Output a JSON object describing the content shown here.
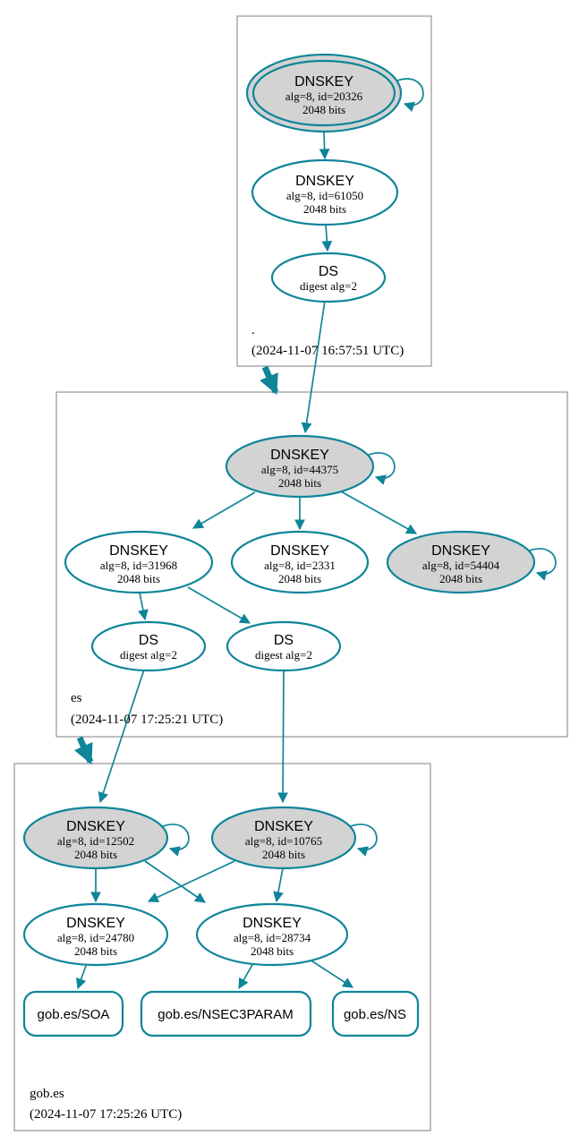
{
  "colors": {
    "secure_edge": "#0e8599",
    "ksk_fill": "#d3d3d3",
    "node_fill": "#ffffff",
    "zone_box_border": "#7f7f7f",
    "text": "#000000"
  },
  "zones": {
    "root": {
      "label": ".",
      "timestamp": "(2024-11-07 16:57:51 UTC)"
    },
    "es": {
      "label": "es",
      "timestamp": "(2024-11-07 17:25:21 UTC)"
    },
    "gobes": {
      "label": "gob.es",
      "timestamp": "(2024-11-07 17:25:26 UTC)"
    }
  },
  "nodes": {
    "k20326": {
      "title": "DNSKEY",
      "detail": "alg=8, id=20326",
      "bits": "2048 bits"
    },
    "k61050": {
      "title": "DNSKEY",
      "detail": "alg=8, id=61050",
      "bits": "2048 bits"
    },
    "dsroot": {
      "title": "DS",
      "detail": "digest alg=2"
    },
    "k44375": {
      "title": "DNSKEY",
      "detail": "alg=8, id=44375",
      "bits": "2048 bits"
    },
    "k31968": {
      "title": "DNSKEY",
      "detail": "alg=8, id=31968",
      "bits": "2048 bits"
    },
    "k2331": {
      "title": "DNSKEY",
      "detail": "alg=8, id=2331",
      "bits": "2048 bits"
    },
    "k54404": {
      "title": "DNSKEY",
      "detail": "alg=8, id=54404",
      "bits": "2048 bits"
    },
    "dses1": {
      "title": "DS",
      "detail": "digest alg=2"
    },
    "dses2": {
      "title": "DS",
      "detail": "digest alg=2"
    },
    "k12502": {
      "title": "DNSKEY",
      "detail": "alg=8, id=12502",
      "bits": "2048 bits"
    },
    "k10765": {
      "title": "DNSKEY",
      "detail": "alg=8, id=10765",
      "bits": "2048 bits"
    },
    "k24780": {
      "title": "DNSKEY",
      "detail": "alg=8, id=24780",
      "bits": "2048 bits"
    },
    "k28734": {
      "title": "DNSKEY",
      "detail": "alg=8, id=28734",
      "bits": "2048 bits"
    },
    "soa": {
      "label": "gob.es/SOA"
    },
    "nsec3param": {
      "label": "gob.es/NSEC3PARAM"
    },
    "ns": {
      "label": "gob.es/NS"
    }
  }
}
